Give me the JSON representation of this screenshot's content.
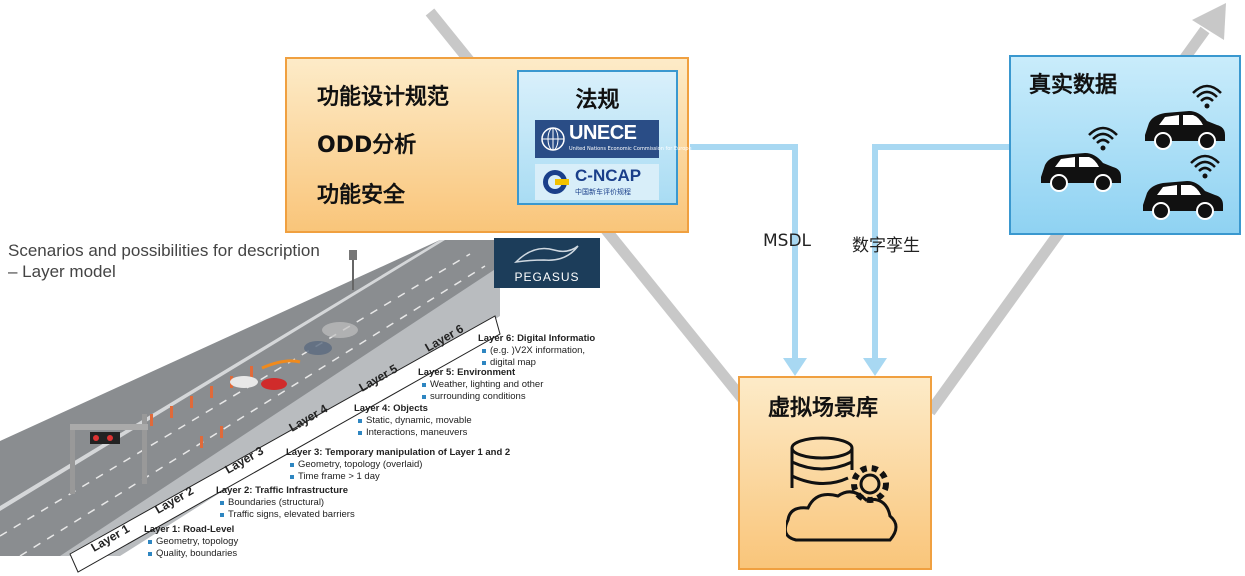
{
  "functional_box": {
    "items": [
      "功能设计规范",
      "ODD分析",
      "功能安全"
    ]
  },
  "regulation_box": {
    "title": "法规",
    "logos": [
      {
        "name": "UNECE",
        "subtext": "United Nations Economic Commission for Europe"
      },
      {
        "name": "C-NCAP",
        "subtext": "中国新车评价规程"
      }
    ]
  },
  "real_data_box": {
    "title": "真实数据",
    "icons": [
      "connected-car-icon",
      "connected-car-icon",
      "connected-car-icon"
    ]
  },
  "virtual_scene_box": {
    "title": "虚拟场景库",
    "icon": "database-cloud-gear-icon"
  },
  "arrow_labels": {
    "msdl": "MSDL",
    "digital_twin": "数字孪生"
  },
  "layer_model": {
    "title_line1": "Scenarios and possibilities for description",
    "title_line2": "– Layer model",
    "logo": "PEGASUS",
    "road_labels": [
      "Layer 1",
      "Layer 2",
      "Layer 3",
      "Layer 4",
      "Layer 5",
      "Layer 6"
    ],
    "layers": [
      {
        "heading": "Layer 1: Road-Level",
        "bullets": [
          "Geometry, topology",
          "Quality, boundaries"
        ]
      },
      {
        "heading": "Layer 2: Traffic Infrastructure",
        "bullets": [
          "Boundaries (structural)",
          "Traffic signs, elevated barriers"
        ]
      },
      {
        "heading": "Layer 3: Temporary manipulation of Layer 1 and 2",
        "bullets": [
          "Geometry, topology (overlaid)",
          "Time frame > 1 day"
        ]
      },
      {
        "heading": "Layer 4: Objects",
        "bullets": [
          "Static, dynamic, movable",
          "Interactions, maneuvers"
        ]
      },
      {
        "heading": "Layer 5: Environment",
        "bullets": [
          "Weather, lighting and other",
          "surrounding conditions"
        ]
      },
      {
        "heading": "Layer 6: Digital Informatio",
        "bullets": [
          "(e.g. )V2X information,",
          "digital map"
        ]
      }
    ]
  },
  "colors": {
    "v_line": "#c8c8c8",
    "flow_arrow": "#a8d8f2",
    "orange_border": "#f0a040",
    "blue_border": "#3a98cf"
  }
}
